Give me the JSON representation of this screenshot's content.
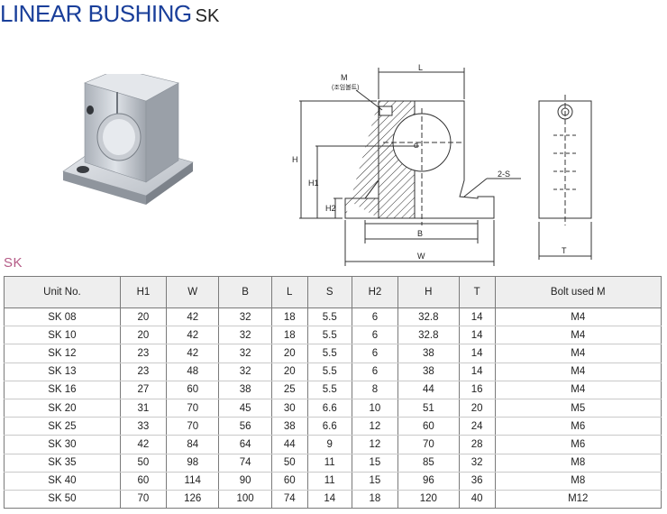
{
  "header": {
    "title": "LINEAR BUSHING",
    "subtitle": "SK"
  },
  "drawing": {
    "labels": {
      "L": "L",
      "M": "M",
      "M_note": "(조임볼트)",
      "H": "H",
      "H1": "H1",
      "H2": "H2",
      "d": "d",
      "S": "2-S",
      "B": "B",
      "W": "W",
      "T": "T"
    }
  },
  "section_label": "SK",
  "table": {
    "headers": [
      "Unit No.",
      "H1",
      "W",
      "B",
      "L",
      "S",
      "H2",
      "H",
      "T",
      "Bolt used M"
    ],
    "rows": [
      [
        "SK 08",
        "20",
        "42",
        "32",
        "18",
        "5.5",
        "6",
        "32.8",
        "14",
        "M4"
      ],
      [
        "SK 10",
        "20",
        "42",
        "32",
        "18",
        "5.5",
        "6",
        "32.8",
        "14",
        "M4"
      ],
      [
        "SK 12",
        "23",
        "42",
        "32",
        "20",
        "5.5",
        "6",
        "38",
        "14",
        "M4"
      ],
      [
        "SK 13",
        "23",
        "48",
        "32",
        "20",
        "5.5",
        "6",
        "38",
        "14",
        "M4"
      ],
      [
        "SK 16",
        "27",
        "60",
        "38",
        "25",
        "5.5",
        "8",
        "44",
        "16",
        "M4"
      ],
      [
        "SK 20",
        "31",
        "70",
        "45",
        "30",
        "6.6",
        "10",
        "51",
        "20",
        "M5"
      ],
      [
        "SK 25",
        "33",
        "70",
        "56",
        "38",
        "6.6",
        "12",
        "60",
        "24",
        "M6"
      ],
      [
        "SK 30",
        "42",
        "84",
        "64",
        "44",
        "9",
        "12",
        "70",
        "28",
        "M6"
      ],
      [
        "SK 35",
        "50",
        "98",
        "74",
        "50",
        "11",
        "15",
        "85",
        "32",
        "M8"
      ],
      [
        "SK 40",
        "60",
        "114",
        "90",
        "60",
        "11",
        "15",
        "96",
        "36",
        "M8"
      ],
      [
        "SK 50",
        "70",
        "126",
        "100",
        "74",
        "14",
        "18",
        "120",
        "40",
        "M12"
      ]
    ]
  }
}
